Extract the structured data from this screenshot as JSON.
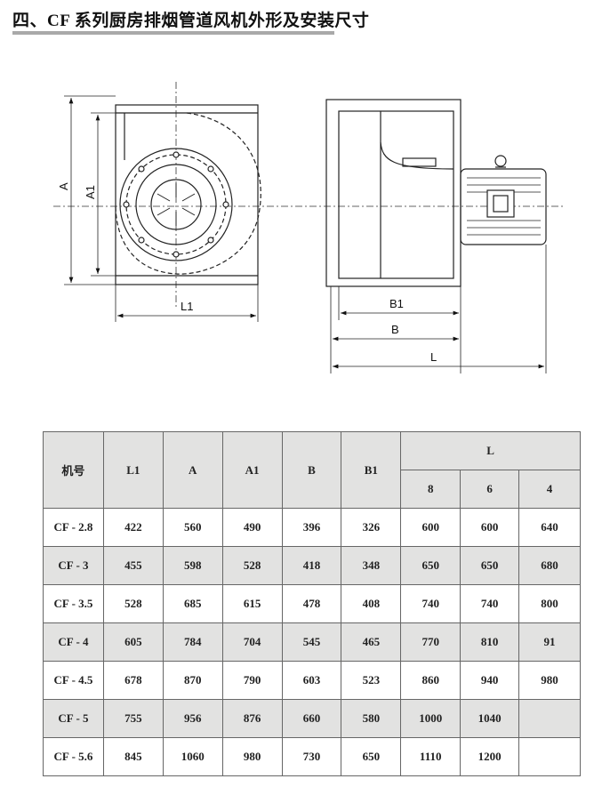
{
  "title": "四、CF 系列厨房排烟管道风机外形及安装尺寸",
  "diagram": {
    "labels": {
      "A": "A",
      "A1": "A1",
      "L1": "L1",
      "B1": "B1",
      "B": "B",
      "L": "L"
    }
  },
  "table": {
    "headers": {
      "model": "机号",
      "L1": "L1",
      "A": "A",
      "A1": "A1",
      "B": "B",
      "B1": "B1",
      "L": "L",
      "L_sub": [
        "8",
        "6",
        "4"
      ]
    },
    "rows": [
      {
        "model": "CF - 2.8",
        "cells": [
          "422",
          "560",
          "490",
          "396",
          "326",
          "600",
          "600",
          "640"
        ]
      },
      {
        "model": "CF - 3",
        "cells": [
          "455",
          "598",
          "528",
          "418",
          "348",
          "650",
          "650",
          "680"
        ]
      },
      {
        "model": "CF - 3.5",
        "cells": [
          "528",
          "685",
          "615",
          "478",
          "408",
          "740",
          "740",
          "800"
        ]
      },
      {
        "model": "CF - 4",
        "cells": [
          "605",
          "784",
          "704",
          "545",
          "465",
          "770",
          "810",
          "91"
        ]
      },
      {
        "model": "CF - 4.5",
        "cells": [
          "678",
          "870",
          "790",
          "603",
          "523",
          "860",
          "940",
          "980"
        ]
      },
      {
        "model": "CF - 5",
        "cells": [
          "755",
          "956",
          "876",
          "660",
          "580",
          "1000",
          "1040",
          ""
        ]
      },
      {
        "model": "CF - 5.6",
        "cells": [
          "845",
          "1060",
          "980",
          "730",
          "650",
          "1110",
          "1200",
          ""
        ]
      }
    ]
  }
}
